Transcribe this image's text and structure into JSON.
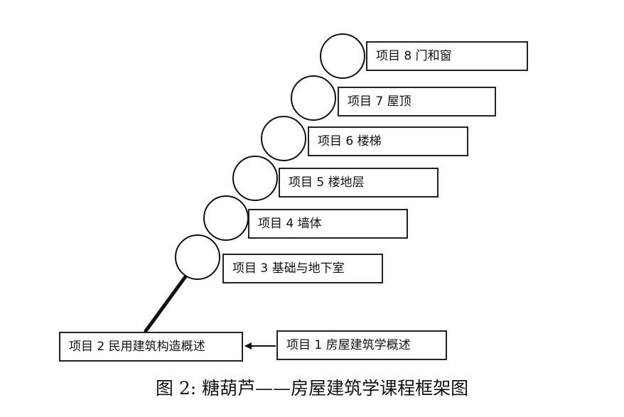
{
  "caption": "图 2: 糖葫芦——房屋建筑学课程框架图",
  "projects": [
    {
      "id": "p1",
      "label": "项目 1  房屋建筑学概述"
    },
    {
      "id": "p2",
      "label": "项目 2  民用建筑构造概述"
    },
    {
      "id": "p3",
      "label": "项目 3 基础与地下室"
    },
    {
      "id": "p4",
      "label": "项目 4 墙体"
    },
    {
      "id": "p5",
      "label": "项目 5 楼地层"
    },
    {
      "id": "p6",
      "label": "项目 6 楼梯"
    },
    {
      "id": "p7",
      "label": "项目 7 屋顶"
    },
    {
      "id": "p8",
      "label": "项目 8 门和窗"
    }
  ]
}
